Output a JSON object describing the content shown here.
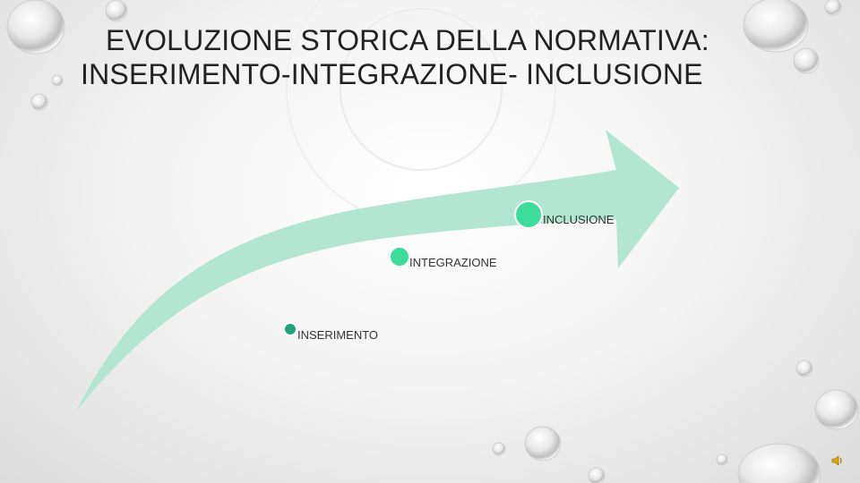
{
  "slide": {
    "title_line1": "EVOLUZIONE STORICA DELLA NORMATIVA:",
    "title_line2": "INSERIMENTO-INTEGRAZIONE- INCLUSIONE"
  },
  "steps": [
    {
      "label": "INSERIMENTO"
    },
    {
      "label": "INTEGRAZIONE"
    },
    {
      "label": "INCLUSIONE"
    }
  ],
  "colors": {
    "arrow": "#b3e6d2",
    "dot_small": "#20a37a",
    "dot_large": "#3ddc9a",
    "dot_ring": "#ffffff"
  },
  "icons": [
    "water-drop-icon",
    "speaker-icon"
  ]
}
